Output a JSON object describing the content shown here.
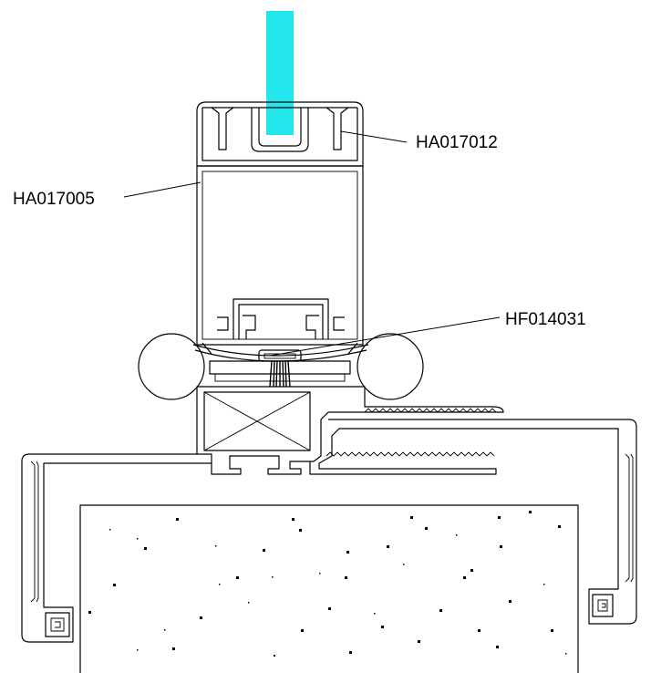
{
  "labels": {
    "glazing_adaptor": "HA017012",
    "mullion_profile": "HA017005",
    "brush_seal": "HF014031"
  },
  "colors": {
    "glass": "#22e6ec",
    "line": "#000000",
    "background": "#ffffff"
  }
}
